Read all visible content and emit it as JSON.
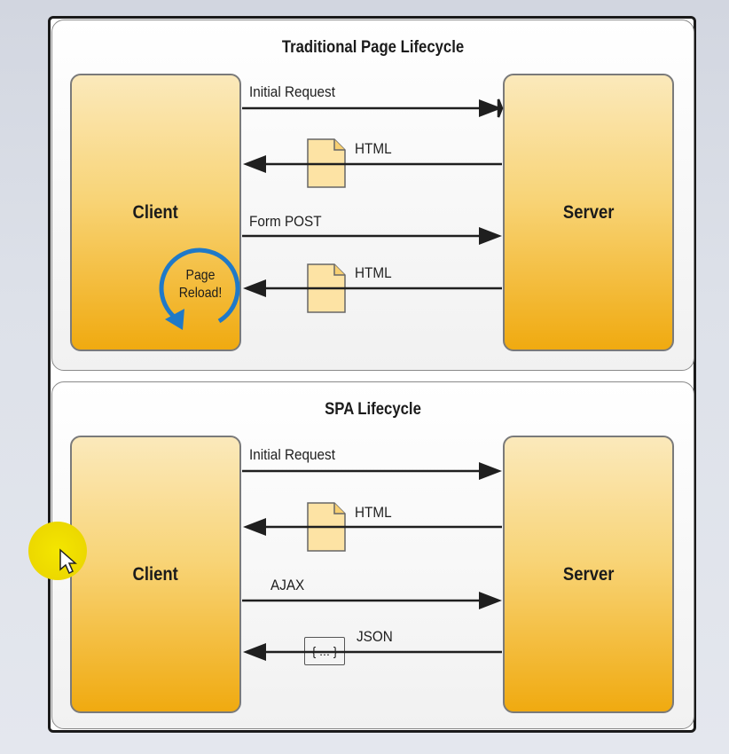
{
  "top": {
    "title": "Traditional Page Lifecycle",
    "client": "Client",
    "server": "Server",
    "reload": [
      "Page",
      "Reload!"
    ],
    "messages": [
      "Initial Request",
      "HTML",
      "Form POST",
      "HTML"
    ]
  },
  "bottom": {
    "title": "SPA Lifecycle",
    "client": "Client",
    "server": "Server",
    "messages": [
      "Initial Request",
      "HTML",
      "AJAX",
      "JSON"
    ],
    "json_glyph": "{ ... }"
  },
  "colors": {
    "node_top": "#fbe9bb",
    "node_bottom": "#f0aa10",
    "reload_arrow": "#1f79c8",
    "cursor_highlight": "#f0de00"
  }
}
